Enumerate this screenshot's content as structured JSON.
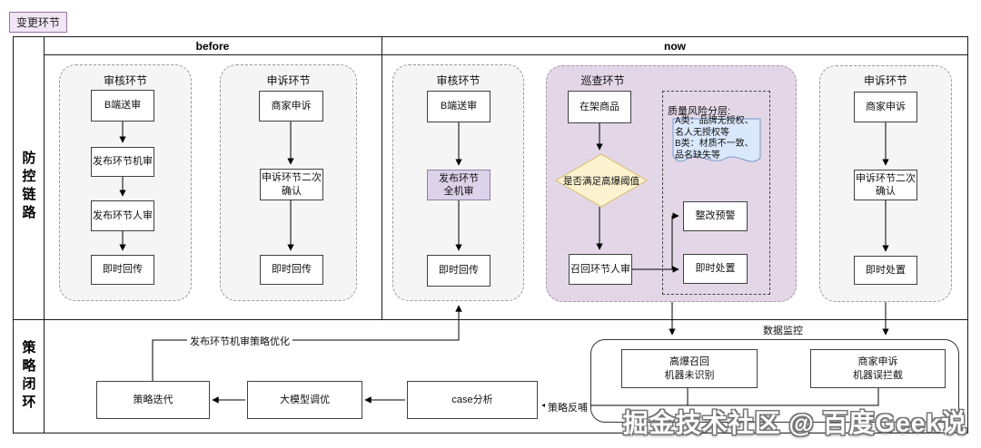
{
  "tag_label": "变更环节",
  "headers": {
    "before": "before",
    "now": "now"
  },
  "row_labels": {
    "prevention": "防控链路",
    "strategy": "策略闭环"
  },
  "before_audit": {
    "title": "审核环节",
    "step1": "B端送审",
    "step2": "发布环节机审",
    "step3": "发布环节人审",
    "step4": "即时回传"
  },
  "before_appeal": {
    "title": "申诉环节",
    "step1": "商家申诉",
    "step2": "申诉环节二次\n确认",
    "step3": "即时回传"
  },
  "now_audit": {
    "title": "审核环节",
    "step1": "B端送审",
    "step2": "发布环节\n全机审",
    "step3": "即时回传"
  },
  "now_patrol": {
    "title": "巡查环节",
    "product": "在架商品",
    "decision": "是否满足高爆阈值",
    "recall": "召回环节人审",
    "note_title": "质量风险分层:",
    "note_body": "A类：品牌无授权、\n名人无授权等\nB类：材质不一致、\n品名缺失等",
    "warning": "整改预警",
    "handle": "即时处置"
  },
  "now_appeal": {
    "title": "申诉环节",
    "step1": "商家申诉",
    "step2": "申诉环节二次\n确认",
    "step3": "即时处置"
  },
  "monitor": {
    "label": "数据监控",
    "box1": "高爆召回\n机器未识别",
    "box2": "商家申诉\n机器误拦截"
  },
  "loop": {
    "iterate": "策略迭代",
    "tune": "大模型调优",
    "case": "case分析",
    "optimize_label": "发布环节机审策略优化",
    "feedback_label": "策略反哺"
  },
  "watermark": "掘金技术社区 @ 百度Geek说",
  "colors": {
    "container_bg": "#f5f5f5",
    "patrol_bg": "#e3d7e7",
    "highlight_box_bg": "#dcd2ea",
    "diamond_bg": "#fdf2cf",
    "diamond_border": "#d6bb6b",
    "note_bg": "#dae8fc",
    "note_border": "#7a97c9",
    "tag_bg": "#f0e6f6",
    "tag_border": "#9673a6"
  }
}
